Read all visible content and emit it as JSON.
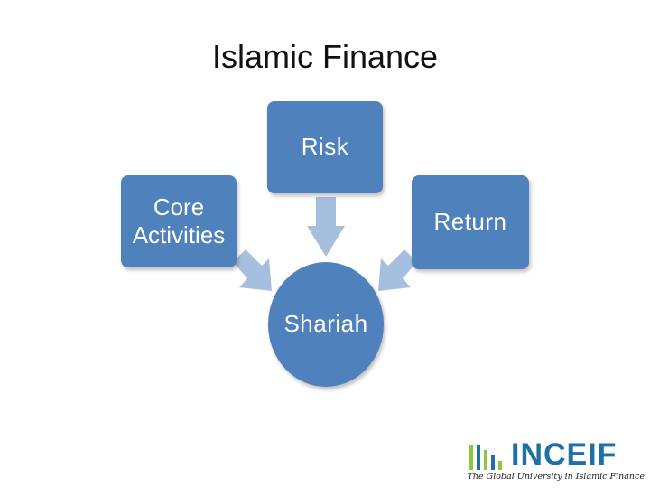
{
  "slide": {
    "title": "Islamic Finance"
  },
  "diagram": {
    "nodes": {
      "risk": "Risk",
      "core_line1": "Core",
      "core_line2": "Activities",
      "return": "Return",
      "shariah": "Shariah"
    },
    "colors": {
      "node_fill": "#4f81bd",
      "arrow_fill": "#a7bfde",
      "text": "#ffffff"
    }
  },
  "logo": {
    "name": "INCEIF",
    "tagline": "The Global University in Islamic Finance",
    "colors": {
      "primary": "#1f6fa8",
      "accent": "#8dc63f"
    }
  }
}
